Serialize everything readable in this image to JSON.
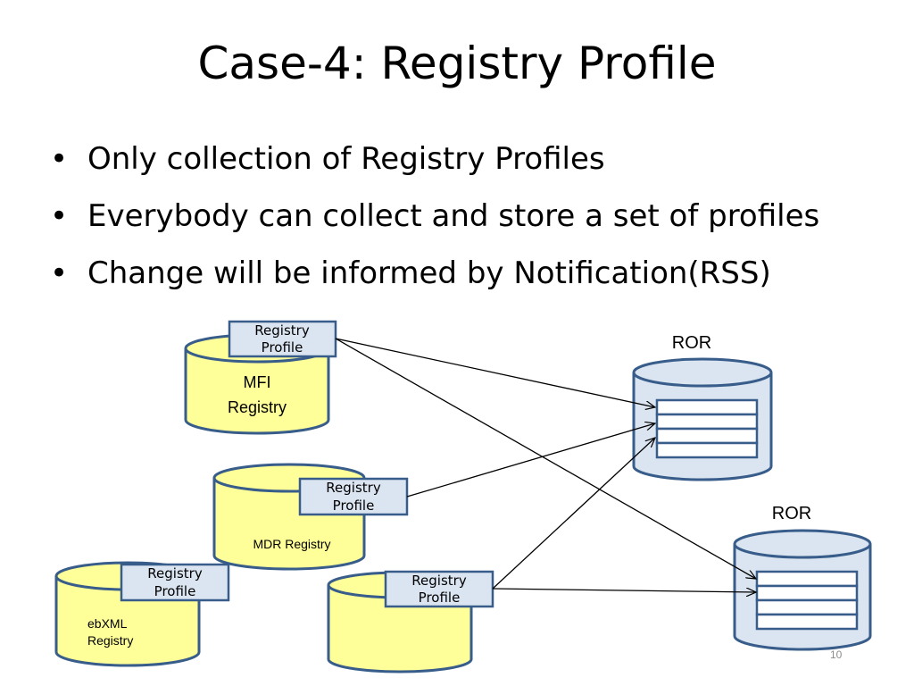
{
  "title": "Case-4: Registry Profile",
  "bullets": [
    "Only collection of Registry Profiles",
    "Everybody can collect and store a set of profiles",
    "Change will be informed by Notification(RSS)"
  ],
  "diagram": {
    "registries": {
      "mfi": [
        "MFI",
        "Registry"
      ],
      "mdr": "MDR Registry",
      "ebxml": [
        "ebXML",
        "Registry"
      ]
    },
    "profile_label": [
      "Registry",
      "Profile"
    ],
    "ror_labels": [
      "ROR",
      "ROR"
    ]
  },
  "slide_number": "10",
  "colors": {
    "cylinder_yellow": "#ffff99",
    "cylinder_blue": "#dbe5f1",
    "outline_blue": "#385d8a",
    "profile_box": "#dbe5f1"
  }
}
